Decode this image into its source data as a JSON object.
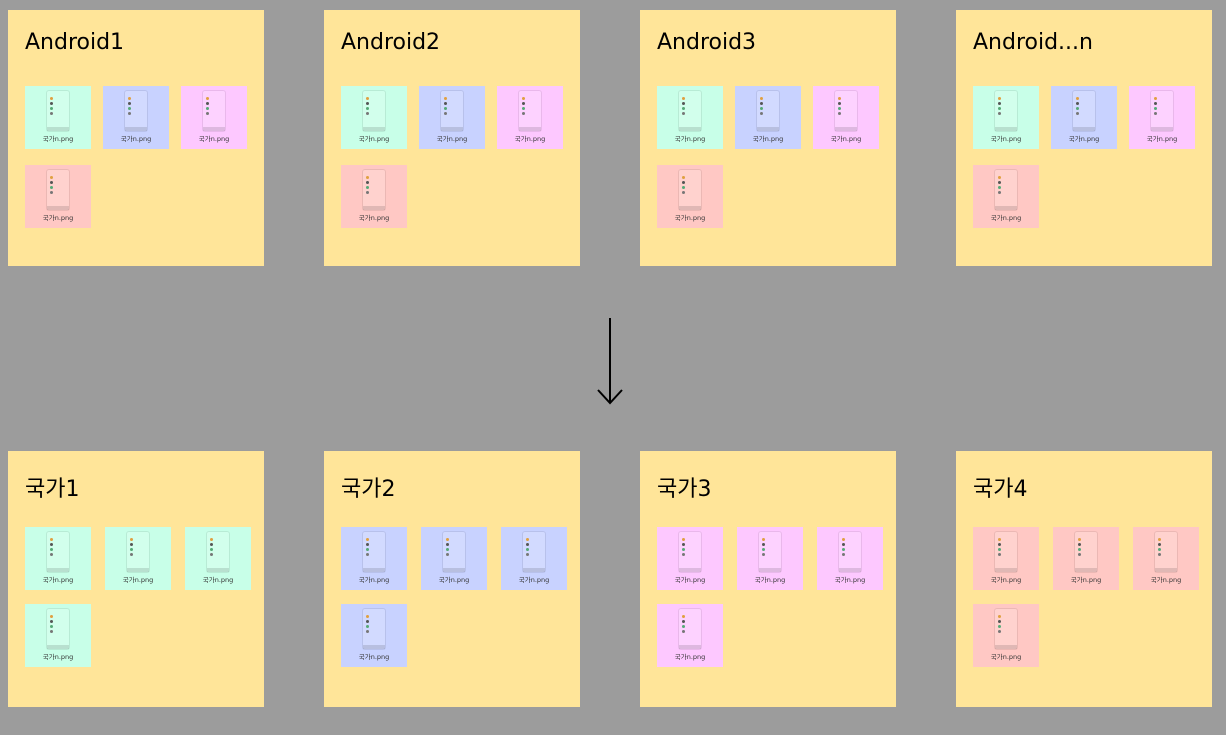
{
  "colors": {
    "background": "#9c9c9c",
    "panel": "#ffe599",
    "green": "#c8ffe8",
    "blue": "#c8d2ff",
    "pink": "#fdc8ff",
    "red": "#ffc8c4"
  },
  "top_row": [
    {
      "title": "Android1",
      "files": [
        {
          "color": "green",
          "name": "국가n.png"
        },
        {
          "color": "blue",
          "name": "국가n.png"
        },
        {
          "color": "pink",
          "name": "국가n.png"
        },
        {
          "color": "red",
          "name": "국가n.png"
        }
      ]
    },
    {
      "title": "Android2",
      "files": [
        {
          "color": "green",
          "name": "국가n.png"
        },
        {
          "color": "blue",
          "name": "국가n.png"
        },
        {
          "color": "pink",
          "name": "국가n.png"
        },
        {
          "color": "red",
          "name": "국가n.png"
        }
      ]
    },
    {
      "title": "Android3",
      "files": [
        {
          "color": "green",
          "name": "국가n.png"
        },
        {
          "color": "blue",
          "name": "국가n.png"
        },
        {
          "color": "pink",
          "name": "국가n.png"
        },
        {
          "color": "red",
          "name": "국가n.png"
        }
      ]
    },
    {
      "title": "Android...n",
      "files": [
        {
          "color": "green",
          "name": "국가n.png"
        },
        {
          "color": "blue",
          "name": "국가n.png"
        },
        {
          "color": "pink",
          "name": "국가n.png"
        },
        {
          "color": "red",
          "name": "국가n.png"
        }
      ]
    }
  ],
  "bottom_row": [
    {
      "title": "국가1",
      "files": [
        {
          "color": "green",
          "name": "국가n.png"
        },
        {
          "color": "green",
          "name": "국가n.png"
        },
        {
          "color": "green",
          "name": "국가n.png"
        },
        {
          "color": "green",
          "name": "국가n.png"
        }
      ]
    },
    {
      "title": "국가2",
      "files": [
        {
          "color": "blue",
          "name": "국가n.png"
        },
        {
          "color": "blue",
          "name": "국가n.png"
        },
        {
          "color": "blue",
          "name": "국가n.png"
        },
        {
          "color": "blue",
          "name": "국가n.png"
        }
      ]
    },
    {
      "title": "국가3",
      "files": [
        {
          "color": "pink",
          "name": "국가n.png"
        },
        {
          "color": "pink",
          "name": "국가n.png"
        },
        {
          "color": "pink",
          "name": "국가n.png"
        },
        {
          "color": "pink",
          "name": "국가n.png"
        }
      ]
    },
    {
      "title": "국가4",
      "files": [
        {
          "color": "red",
          "name": "국가n.png"
        },
        {
          "color": "red",
          "name": "국가n.png"
        },
        {
          "color": "red",
          "name": "국가n.png"
        },
        {
          "color": "red",
          "name": "국가n.png"
        }
      ]
    }
  ],
  "arrow_icon": "down-arrow-icon"
}
